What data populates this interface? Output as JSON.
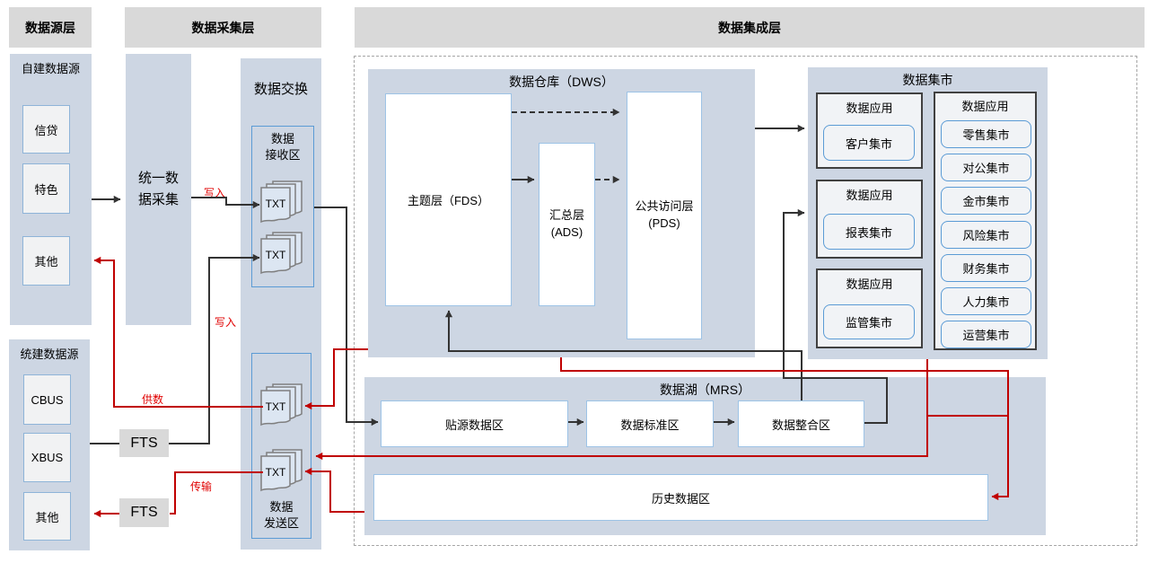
{
  "headers": {
    "source": "数据源层",
    "collect": "数据采集层",
    "integrate": "数据集成层"
  },
  "source_layer": {
    "self_built": {
      "title": "自建数据源",
      "items": [
        {
          "label": "信贷"
        },
        {
          "label": "特色"
        },
        {
          "label": "其他"
        }
      ]
    },
    "gov_built": {
      "title": "统建数据源",
      "items": [
        {
          "label": "CBUS"
        },
        {
          "label": "XBUS"
        },
        {
          "label": "其他"
        }
      ]
    }
  },
  "collect_layer": {
    "unified": "统一数\n据采集",
    "fts1": "FTS",
    "fts2": "FTS"
  },
  "exchange": {
    "title": "数据交换",
    "recv": {
      "label": "数据\n接收区",
      "files": [
        "TXT",
        "TXT"
      ]
    },
    "send": {
      "label": "数据\n发送区",
      "files": [
        "TXT",
        "TXT"
      ]
    }
  },
  "dws": {
    "title": "数据仓库（DWS）",
    "fds": "主题层（FDS）",
    "ads": "汇总层\n(ADS)",
    "pds": "公共访问层\n(PDS)"
  },
  "marts": {
    "title": "数据集市",
    "apps": [
      {
        "title": "数据应用",
        "item": "客户集市"
      },
      {
        "title": "数据应用",
        "item": "报表集市"
      },
      {
        "title": "数据应用",
        "item": "监管集市"
      }
    ],
    "right": {
      "title": "数据应用",
      "items": [
        "零售集市",
        "对公集市",
        "金市集市",
        "风险集市",
        "财务集市",
        "人力集市",
        "运营集市"
      ]
    }
  },
  "mrs": {
    "title": "数据湖（MRS）",
    "zones": [
      "贴源数据区",
      "数据标准区",
      "数据整合区"
    ],
    "history": "历史数据区"
  },
  "edge_labels": {
    "write1": "写入",
    "write2": "写入",
    "supply": "供数",
    "transfer": "传输"
  }
}
